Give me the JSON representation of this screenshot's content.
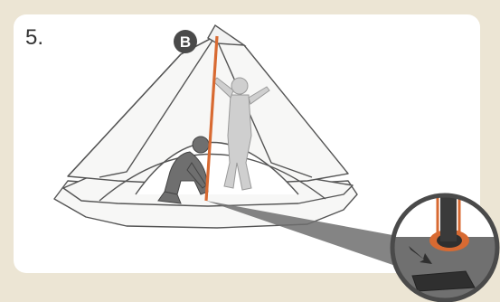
{
  "step": {
    "number": "5."
  },
  "badge": {
    "letter": "B",
    "color": "#4a4a4a"
  },
  "colors": {
    "frame": "#ece5d4",
    "pole": "#d86a32",
    "tent_outline": "#555555",
    "tent_fill": "#f7f7f6",
    "person_solid": "#6f6f6f",
    "person_ghost": "#cfcfcf",
    "zoom_ground": "#707070",
    "zoom_ring": "#4a4a4a"
  },
  "icons": {
    "badge": "letter-badge",
    "arrow": "down-right-arrow-icon",
    "zoom": "magnifier-circle"
  }
}
